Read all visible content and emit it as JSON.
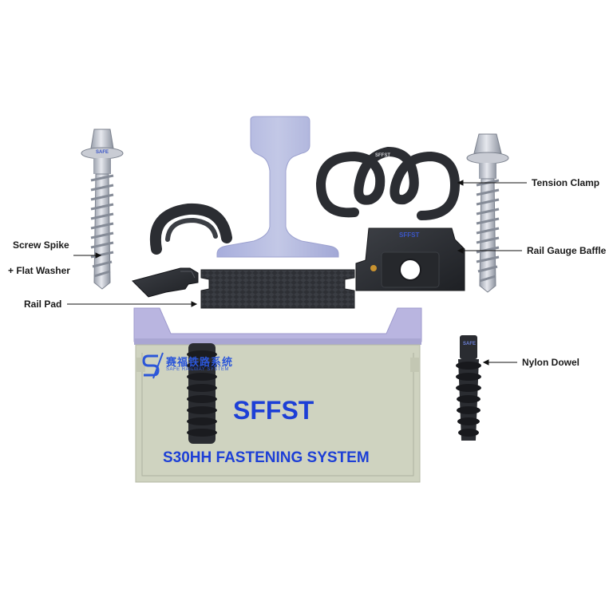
{
  "labels": {
    "screw_spike": "Screw Spike",
    "flat_washer": "+ Flat Washer",
    "rail_pad": "Rail Pad",
    "tension_clamp": "Tension Clamp",
    "rail_gauge_baffle": "Rail Gauge Baffle",
    "nylon_dowel": "Nylon Dowel"
  },
  "sleeper": {
    "brand": "SFFST",
    "system_name": "S30HH FASTENING SYSTEM",
    "logo_cn": "赛福铁路系统",
    "logo_en": "SAFE RAILWAY SYSTEM"
  },
  "parts_marks": {
    "clamp_mark": "SFFST",
    "baffle_mark": "SFFST",
    "spike_mark": "SAFE",
    "dowel_mark": "SAFE"
  },
  "colors": {
    "text_blue": "#1d3fd6",
    "sleeper_green": "#cfd3c0",
    "sleeper_top": "#b9b5e0",
    "rail": "#b7bcdc",
    "dark_part": "#2c2e33"
  }
}
